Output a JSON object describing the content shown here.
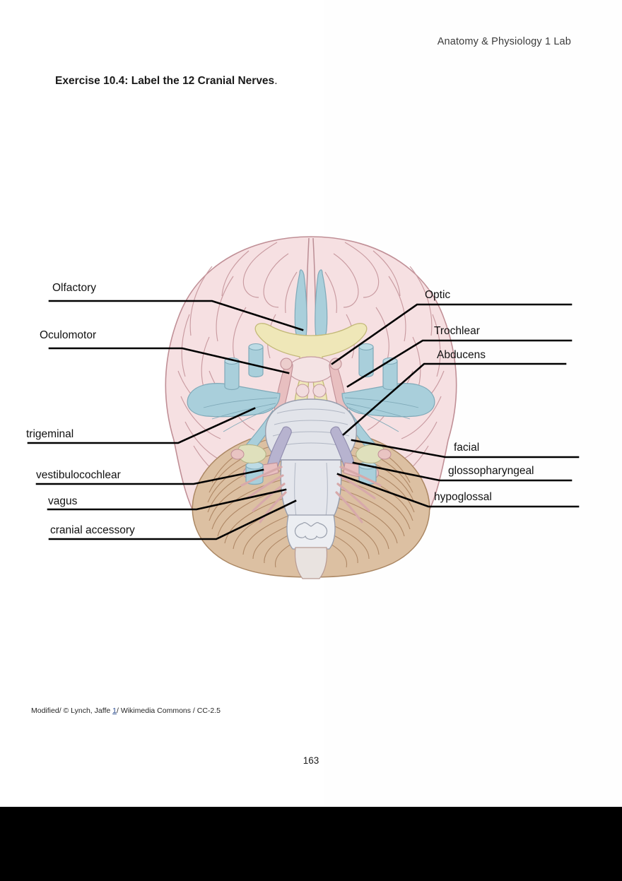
{
  "header": {
    "running_head": "Anatomy & Physiology 1 Lab"
  },
  "exercise": {
    "title_bold": "Exercise 10.4: Label the 12 Cranial Nerves",
    "title_period": "."
  },
  "figure": {
    "alt": "Inferior view of the human brain showing cranial nerves",
    "labels_left": [
      {
        "id": "olfactory",
        "text": "Olfactory"
      },
      {
        "id": "oculomotor",
        "text": "Oculomotor"
      },
      {
        "id": "trigeminal",
        "text": "trigeminal"
      },
      {
        "id": "vestibulocochlear",
        "text": "vestibulocochlear"
      },
      {
        "id": "vagus",
        "text": "vagus"
      },
      {
        "id": "cranial-accessory",
        "text": "cranial accessory"
      }
    ],
    "labels_right": [
      {
        "id": "optic",
        "text": "Optic"
      },
      {
        "id": "trochlear",
        "text": "Trochlear"
      },
      {
        "id": "abducens",
        "text": "Abducens"
      },
      {
        "id": "facial",
        "text": "facial"
      },
      {
        "id": "glossopharyngeal",
        "text": "glossopharyngeal"
      },
      {
        "id": "hypoglossal",
        "text": "hypoglossal"
      }
    ],
    "colors": {
      "cerebrum": "#f6e0e2",
      "cerebrum_outline": "#c49aa0",
      "cerebellum": "#dfc3a6",
      "cerebellum_outline": "#b08c68",
      "brainstem": "#e2e4ea",
      "brainstem_outline": "#9aa0ad",
      "nerve_blue": "#a9cfdb",
      "nerve_yellow": "#efe7b8",
      "nerve_pink": "#e8bfc0",
      "nerve_lavender": "#b7b3cf",
      "leader_line": "#000000"
    }
  },
  "footer": {
    "attribution_prefix": "Modified/ © Lynch, Jaffe ",
    "attribution_link": "1",
    "attribution_suffix": "/ Wikimedia Commons / CC-2.5",
    "page_number": "163"
  }
}
